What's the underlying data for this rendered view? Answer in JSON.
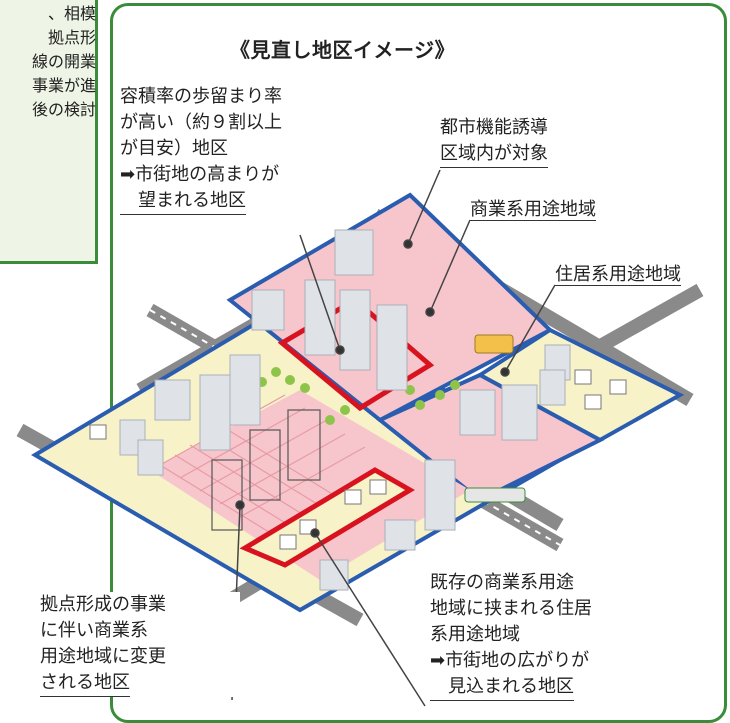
{
  "side_note": {
    "lines": [
      "、相模",
      "拠点形",
      "線の開業",
      "事業が進",
      "後の検討"
    ]
  },
  "diagram": {
    "title": "《見直し地区イメージ》",
    "labels": {
      "floor_ratio": [
        "容積率の歩留まり率",
        "が高い（約９割以上",
        "が目安）地区",
        "➡市街地の高まりが",
        "　望まれる地区"
      ],
      "induction_area": [
        "都市機能誘導",
        "区域内が対象"
      ],
      "commercial": "商業系用途地域",
      "residential": "住居系用途地域",
      "hub_change": [
        "拠点形成の事業",
        "に伴い商業系",
        "用途地域に変更",
        "される地区"
      ],
      "sandwiched": [
        "既存の商業系用途",
        "地域に挟まれる住居",
        "系用途地域",
        "➡市街地の広がりが",
        "　見込まれる地区"
      ]
    },
    "colors": {
      "frame_green": "#3a8c3a",
      "commercial_pink": "#f7c6cc",
      "residential_cream": "#f7f2c8",
      "boundary_blue": "#2a5cb0",
      "highlight_red": "#d9121f",
      "road_gray": "#8a8a8a"
    }
  }
}
